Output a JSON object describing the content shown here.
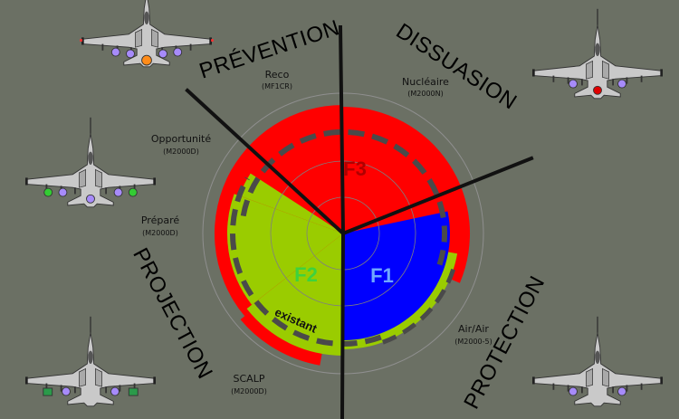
{
  "colors": {
    "background": "#6b7064",
    "red": "#ff0000",
    "blue": "#0000ff",
    "green": "#9acc00",
    "dark_red": "#c00000",
    "black": "#111111",
    "label_f1": "#6fa8ff",
    "label_f2": "#3ed23e",
    "label_f3": "#b00000",
    "ring": "#8f8f8f"
  },
  "missions": {
    "prevention": "PRÉVENTION",
    "dissuasion": "DISSUASION",
    "projection": "PROJECTION",
    "protection": "PROTECTION"
  },
  "capabilities": {
    "reco": {
      "name": "Reco",
      "ref": "(MF1CR)"
    },
    "nucleaire": {
      "name": "Nucléaire",
      "ref": "(M2000N)"
    },
    "opportunite": {
      "name": "Opportunité",
      "ref": "(M2000D)"
    },
    "prepare": {
      "name": "Préparé",
      "ref": "(M2000D)"
    },
    "airair": {
      "name": "Air/Air",
      "ref": "(M2000-5)"
    },
    "scalp": {
      "name": "SCALP",
      "ref": "(M2000D)"
    }
  },
  "standards": {
    "f1": "F1",
    "f2": "F2",
    "f3": "F3",
    "existing": "existant"
  },
  "aircraft": [
    {
      "id": "top-left",
      "store": "orange-pod-icon"
    },
    {
      "id": "top-right",
      "store": "red-pod-icon"
    },
    {
      "id": "mid-left",
      "store": "green-pod-icon"
    },
    {
      "id": "bottom-left",
      "store": "green-pod-icon"
    },
    {
      "id": "bottom-right",
      "store": "none"
    }
  ]
}
